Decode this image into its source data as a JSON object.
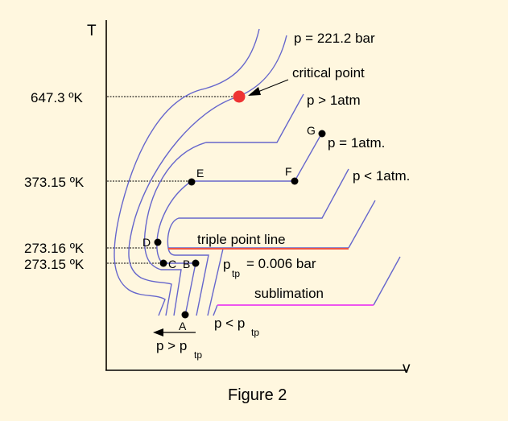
{
  "figure": {
    "caption": "Figure 2",
    "background": "#fff7df",
    "curve_color": "#6666cc",
    "triple_line_color": "#ee5544",
    "sublimation_line_color": "#ee55ee",
    "critical_point_color": "#ee3333"
  },
  "axes": {
    "y_label": "T",
    "x_label": "v",
    "y_ticks": [
      {
        "label": "647.3 ºK",
        "value": 647.3
      },
      {
        "label": "373.15 ºK",
        "value": 373.15
      },
      {
        "label": "273.16 ºK",
        "value": 273.16
      },
      {
        "label": "273.15 ºK",
        "value": 273.15
      }
    ]
  },
  "curves": {
    "critical": "p = 221.2 bar",
    "above_atm": "p > 1atm",
    "atm": "p = 1atm.",
    "below_atm": "p < 1atm."
  },
  "annotations": {
    "critical_point": "critical point",
    "triple_point_line": "triple point line",
    "ptp_main": "p",
    "ptp_sub": "tp",
    "ptp_value": "= 0.006 bar",
    "sublimation": "sublimation",
    "p_less_main": "p < p",
    "p_less_sub": "tp",
    "p_greater_main": "p > p",
    "p_greater_sub": "tp"
  },
  "points": {
    "A": "A",
    "B": "B",
    "C": "C",
    "D": "D",
    "E": "E",
    "F": "F",
    "G": "G"
  }
}
